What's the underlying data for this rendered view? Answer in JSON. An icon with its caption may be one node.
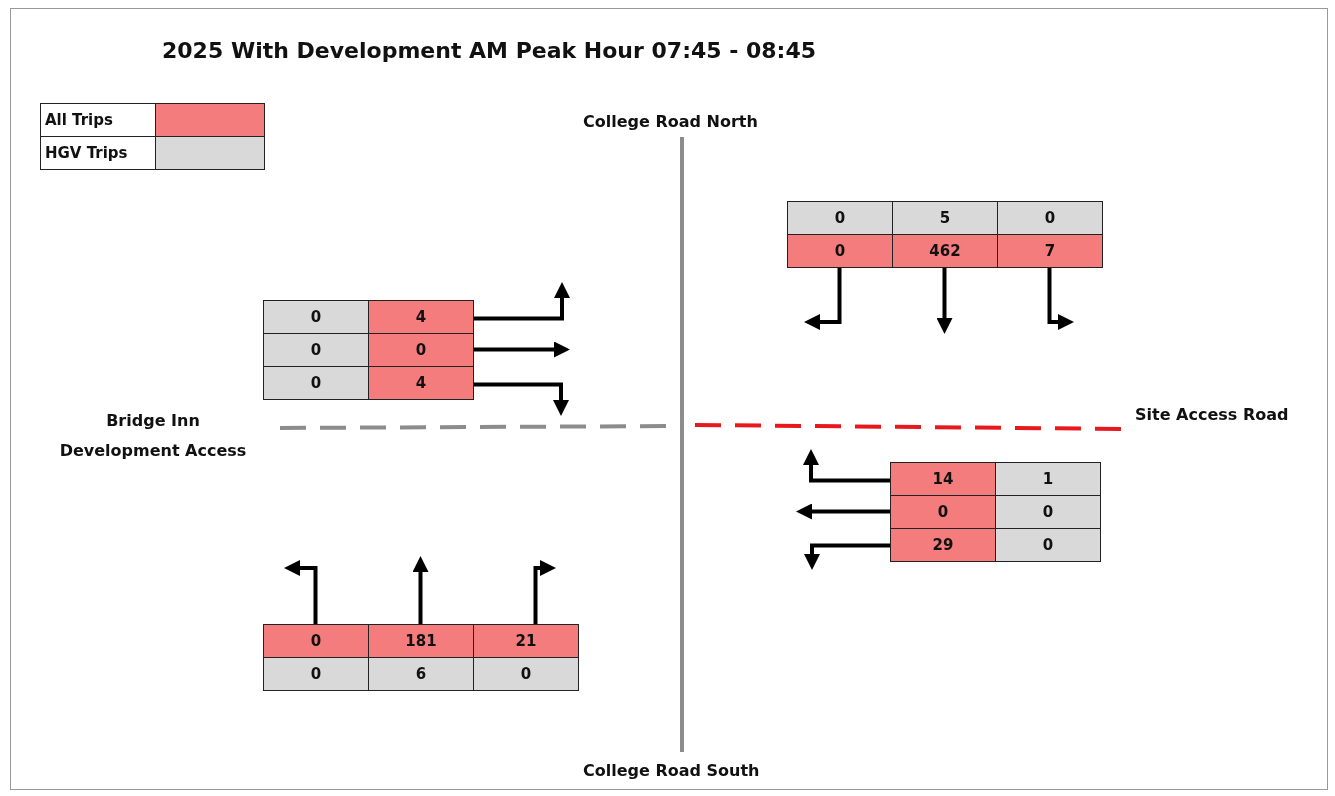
{
  "diagram": {
    "title": "2025 With Development AM Peak Hour 07:45 - 08:45",
    "nodes": [
      {
        "text": [
          "0"
        ]
      },
      {
        "text": [
          "5"
        ]
      },
      {
        "text": [
          "0"
        ]
      },
      {
        "text": [
          "0"
        ]
      },
      {
        "text": [
          "462"
        ]
      },
      {
        "text": [
          "7"
        ]
      },
      {
        "text": [
          "0"
        ]
      },
      {
        "text": [
          "4"
        ]
      },
      {
        "text": [
          "0"
        ]
      },
      {
        "text": [
          "0"
        ]
      },
      {
        "text": [
          "0"
        ]
      },
      {
        "text": [
          "4"
        ]
      },
      {
        "text": [
          "14"
        ]
      },
      {
        "text": [
          "1"
        ]
      },
      {
        "text": [
          "0"
        ]
      },
      {
        "text": [
          "0"
        ]
      },
      {
        "text": [
          "29"
        ]
      },
      {
        "text": [
          "0"
        ]
      },
      {
        "text": [
          "0"
        ]
      },
      {
        "text": [
          "181"
        ]
      },
      {
        "text": [
          "21"
        ]
      },
      {
        "text": [
          "0"
        ]
      },
      {
        "text": [
          "6"
        ]
      },
      {
        "text": [
          "0"
        ]
      }
    ],
    "edges": [
      {
        "from": 3,
        "to": null,
        "arrow": "to"
      },
      {
        "from": 4,
        "to": null,
        "arrow": "to"
      },
      {
        "from": 5,
        "to": null,
        "arrow": "to"
      },
      {
        "from": 7,
        "to": null,
        "arrow": "to"
      },
      {
        "from": 9,
        "to": null,
        "arrow": "to"
      },
      {
        "from": 11,
        "to": null,
        "arrow": "to"
      },
      {
        "from": 12,
        "to": null,
        "arrow": "to"
      },
      {
        "from": 14,
        "to": null,
        "arrow": "to"
      },
      {
        "from": 16,
        "to": null,
        "arrow": "to"
      },
      {
        "from": 18,
        "to": null,
        "arrow": "to"
      },
      {
        "from": 19,
        "to": null,
        "arrow": "to"
      },
      {
        "from": 20,
        "to": null,
        "arrow": "to"
      }
    ],
    "labels": [
      "College Road North",
      "Bridge Inn Development Access",
      "Site Access Road",
      "College Road South"
    ],
    "legend": [
      {
        "text": "All Trips",
        "color": "#f47c7c"
      },
      {
        "text": "HGV Trips",
        "color": "#d9d9d9"
      }
    ]
  }
}
